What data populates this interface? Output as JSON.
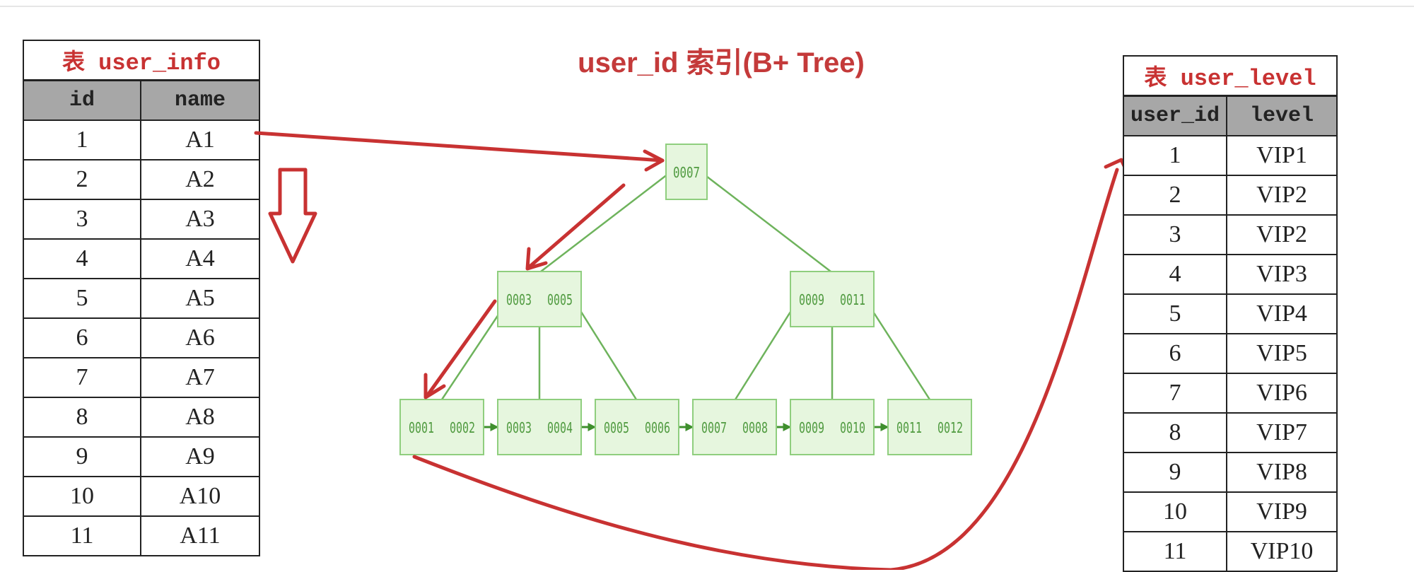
{
  "title": "user_id 索引(B+ Tree)",
  "colors": {
    "accent_red": "#c83232",
    "node_fill": "#e6f6de",
    "node_stroke": "#8fce7e",
    "header_gray": "#a7a7a7"
  },
  "user_info": {
    "caption": "表 user_info",
    "columns": [
      "id",
      "name"
    ],
    "rows": [
      [
        "1",
        "A1"
      ],
      [
        "2",
        "A2"
      ],
      [
        "3",
        "A3"
      ],
      [
        "4",
        "A4"
      ],
      [
        "5",
        "A5"
      ],
      [
        "6",
        "A6"
      ],
      [
        "7",
        "A7"
      ],
      [
        "8",
        "A8"
      ],
      [
        "9",
        "A9"
      ],
      [
        "10",
        "A10"
      ],
      [
        "11",
        "A11"
      ]
    ]
  },
  "user_level": {
    "caption": "表 user_level",
    "columns": [
      "user_id",
      "level"
    ],
    "rows": [
      [
        "1",
        "VIP1"
      ],
      [
        "2",
        "VIP2"
      ],
      [
        "3",
        "VIP2"
      ],
      [
        "4",
        "VIP3"
      ],
      [
        "5",
        "VIP4"
      ],
      [
        "6",
        "VIP5"
      ],
      [
        "7",
        "VIP6"
      ],
      [
        "8",
        "VIP7"
      ],
      [
        "9",
        "VIP8"
      ],
      [
        "10",
        "VIP9"
      ],
      [
        "11",
        "VIP10"
      ]
    ]
  },
  "tree": {
    "root": [
      "0007"
    ],
    "internal": [
      [
        "0003",
        "0005"
      ],
      [
        "0009",
        "0011"
      ]
    ],
    "leaves": [
      [
        "0001",
        "0002"
      ],
      [
        "0003",
        "0004"
      ],
      [
        "0005",
        "0006"
      ],
      [
        "0007",
        "0008"
      ],
      [
        "0009",
        "0010"
      ],
      [
        "0011",
        "0012"
      ]
    ]
  }
}
